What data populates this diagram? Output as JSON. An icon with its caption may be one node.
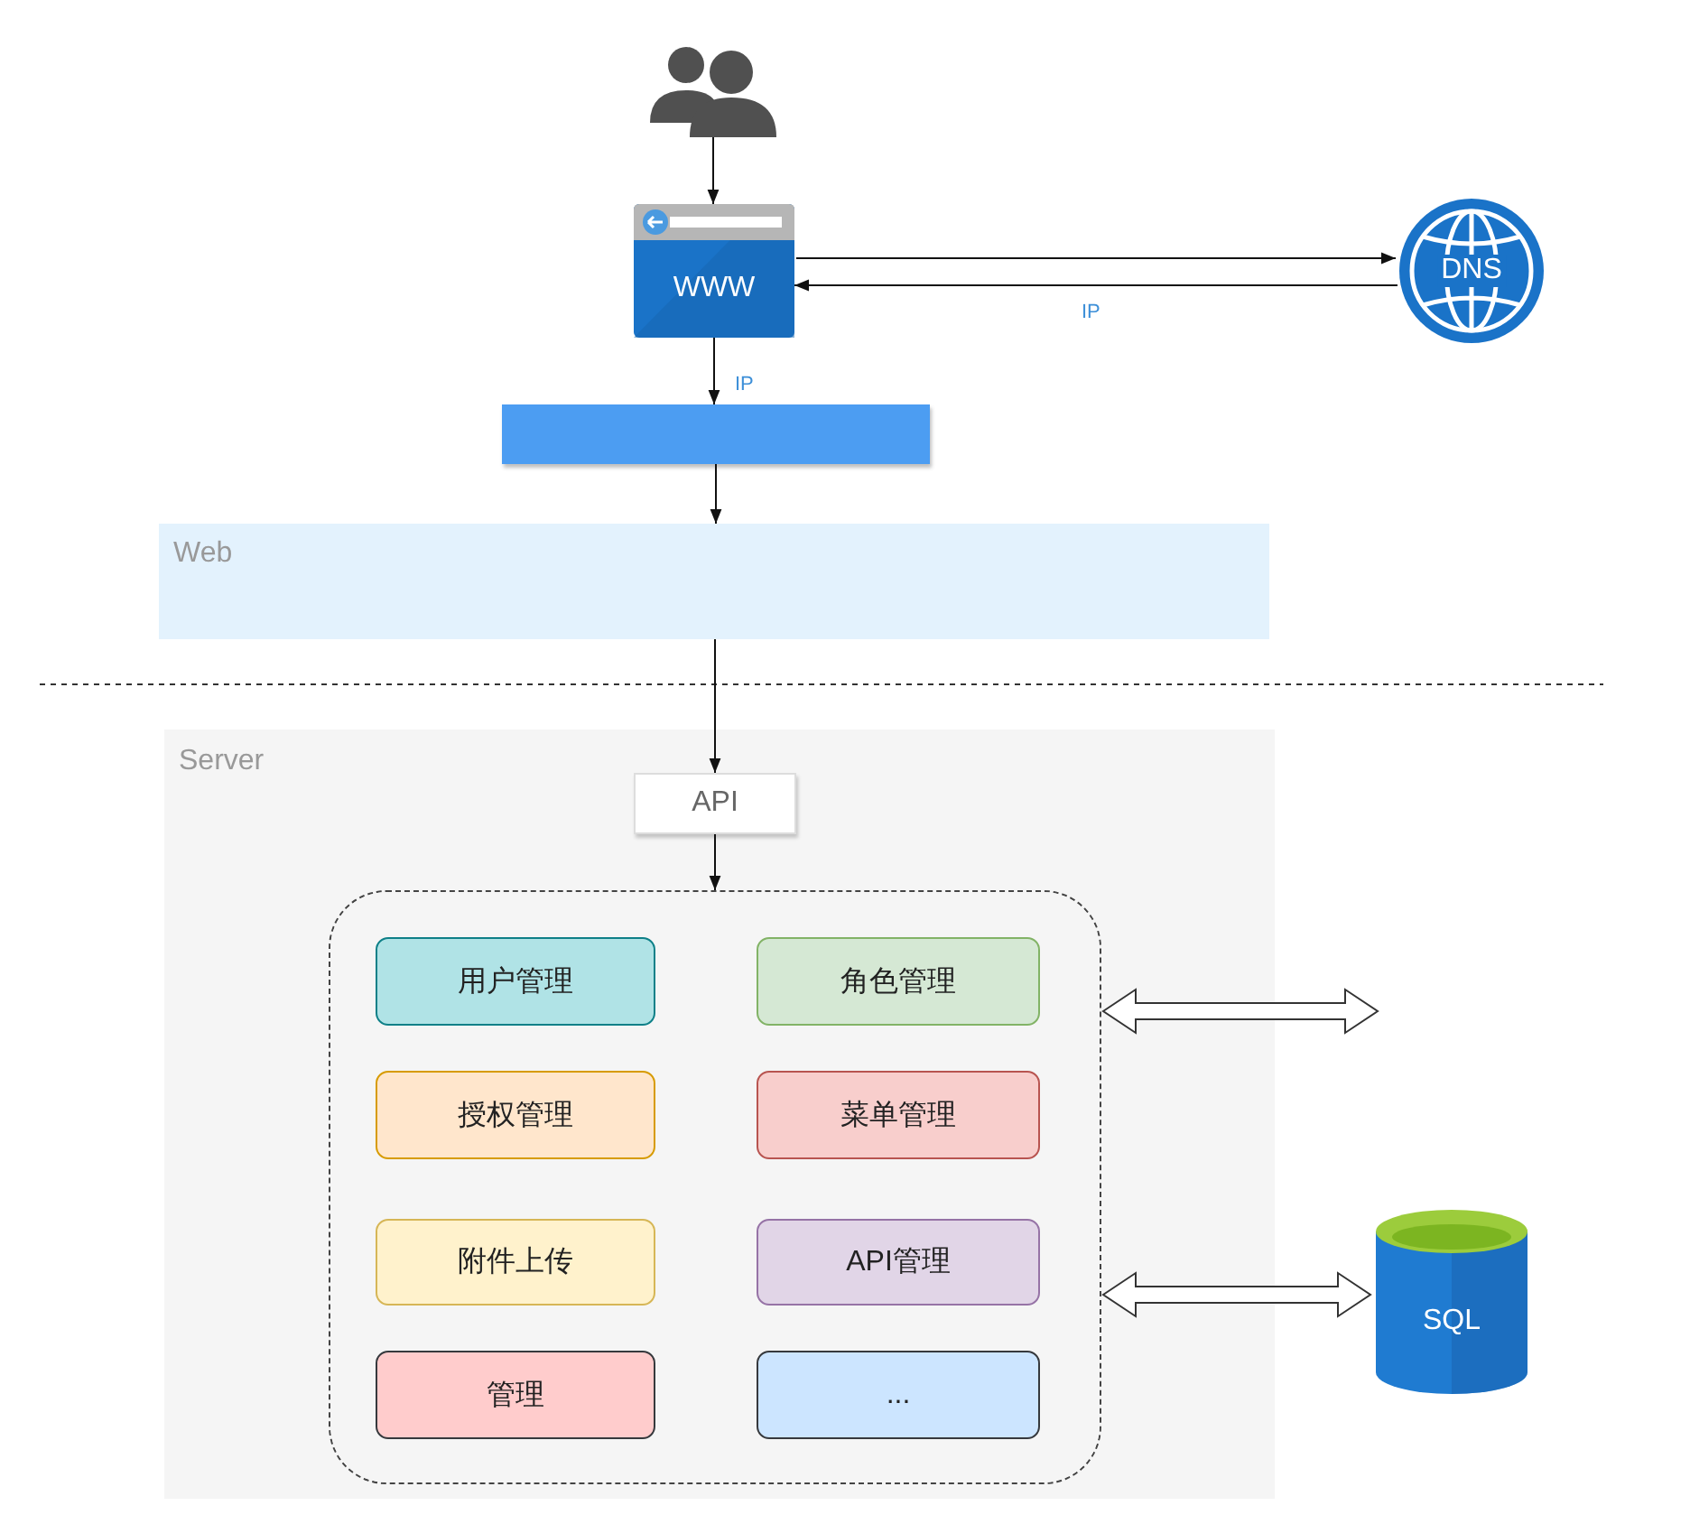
{
  "diagram": {
    "nodes": [
      {
        "text": [],
        "shape": "person"
      },
      {
        "text": [
          "WWW"
        ]
      },
      {
        "text": [
          "DNS"
        ]
      },
      {
        "text": [],
        "shape": "bar"
      },
      {
        "text": [
          "Web"
        ]
      },
      {
        "text": [
          "Server"
        ]
      },
      {
        "text": [
          "API"
        ],
        "in": 5
      },
      {
        "text": [],
        "shape": "box",
        "in": 5
      },
      {
        "text": [
          "用户管理"
        ],
        "in": 7
      },
      {
        "text": [
          "角色管理"
        ],
        "in": 7
      },
      {
        "text": [
          "授权管理"
        ],
        "in": 7
      },
      {
        "text": [
          "菜单管理"
        ],
        "in": 7
      },
      {
        "text": [
          "附件上传"
        ],
        "in": 7
      },
      {
        "text": [
          "API管理"
        ],
        "in": 7
      },
      {
        "text": [
          "管理"
        ],
        "in": 7
      },
      {
        "text": [
          "..."
        ],
        "in": 7
      },
      {
        "text": [
          "SQL"
        ]
      }
    ],
    "edges": [
      {
        "from": 0,
        "to": 1,
        "arrow": "to"
      },
      {
        "from": 1,
        "to": 2,
        "arrow": "to"
      },
      {
        "from": 2,
        "to": 1,
        "arrow": "to",
        "label": "IP"
      },
      {
        "from": 1,
        "to": 3,
        "arrow": "to",
        "label": "IP"
      },
      {
        "from": 3,
        "to": 4,
        "arrow": "to"
      },
      {
        "from": 4,
        "to": 6,
        "arrow": "to"
      },
      {
        "from": 6,
        "to": 7,
        "arrow": "to"
      },
      {
        "from": 7,
        "to": null,
        "arrow": "both",
        "style": "thick"
      },
      {
        "from": 7,
        "to": 16,
        "arrow": "both",
        "style": "thick"
      }
    ]
  }
}
